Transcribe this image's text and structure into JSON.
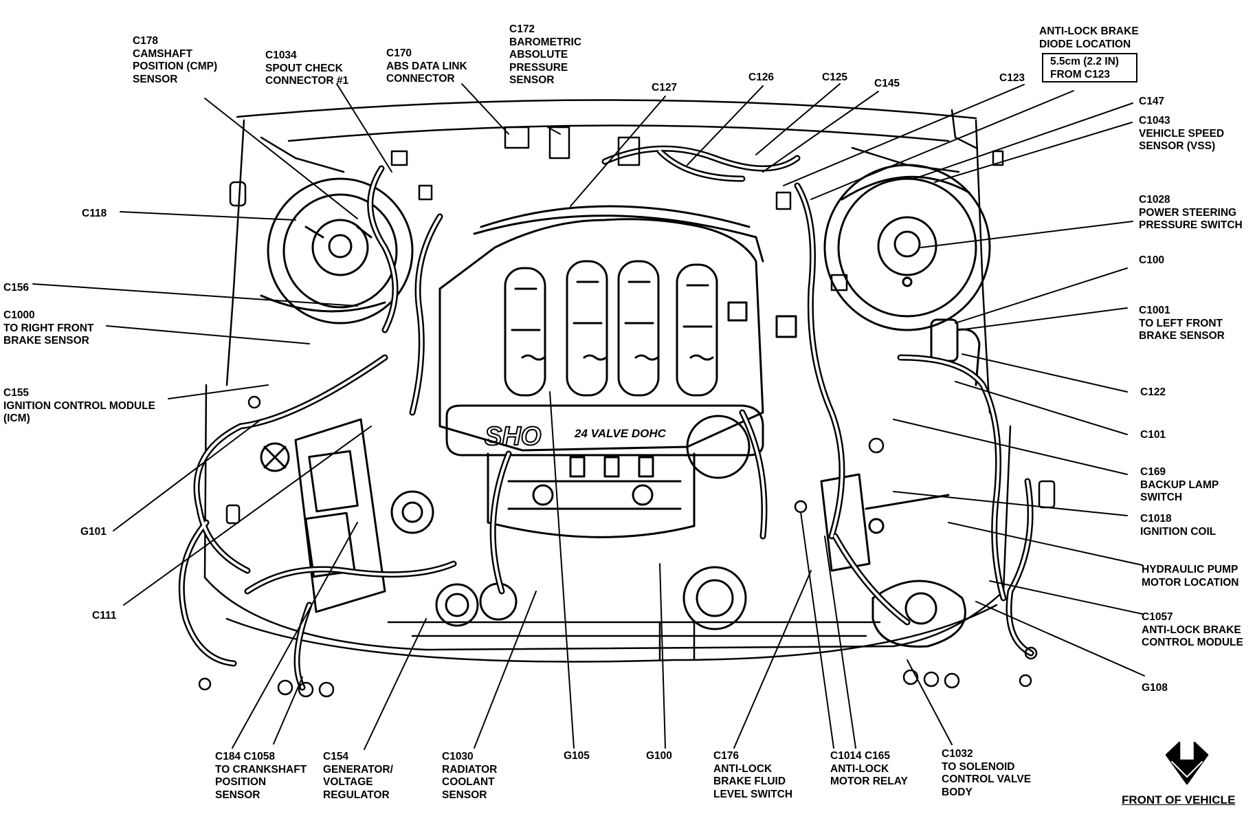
{
  "header": {
    "diode_title": [
      "ANTI-LOCK BRAKE",
      "DIODE LOCATION"
    ],
    "diode_box": [
      "5.5cm (2.2 IN)",
      "FROM C123"
    ]
  },
  "engine": {
    "cover_text": "SHO",
    "cover_subtext": "24 VALVE DOHC"
  },
  "labels": {
    "c178": [
      "C178",
      "CAMSHAFT",
      "POSITION (CMP)",
      "SENSOR"
    ],
    "c1034": [
      "C1034",
      "SPOUT CHECK",
      "CONNECTOR #1"
    ],
    "c170": [
      "C170",
      "ABS DATA LINK",
      "CONNECTOR"
    ],
    "c172": [
      "C172",
      "BAROMETRIC",
      "ABSOLUTE",
      "PRESSURE",
      "SENSOR"
    ],
    "c127": [
      "C127"
    ],
    "c126": [
      "C126"
    ],
    "c125": [
      "C125"
    ],
    "c145": [
      "C145"
    ],
    "c123": [
      "C123"
    ],
    "c147": [
      "C147"
    ],
    "c1043": [
      "C1043",
      "VEHICLE SPEED",
      "SENSOR (VSS)"
    ],
    "c1028": [
      "C1028",
      "POWER  STEERING",
      "PRESSURE SWITCH"
    ],
    "c100": [
      "C100"
    ],
    "c1001": [
      "C1001",
      "TO LEFT FRONT",
      "BRAKE SENSOR"
    ],
    "c122": [
      "C122"
    ],
    "c101": [
      "C101"
    ],
    "c169": [
      "C169",
      "BACKUP LAMP",
      "SWITCH"
    ],
    "c1018": [
      "C1018",
      "IGNITION COIL"
    ],
    "hydraulic": [
      "HYDRAULIC PUMP",
      "MOTOR LOCATION"
    ],
    "c1057": [
      "C1057",
      "ANTI-LOCK BRAKE",
      "CONTROL MODULE"
    ],
    "g108": [
      "G108"
    ],
    "c118": [
      "C118"
    ],
    "c156": [
      "C156"
    ],
    "c1000": [
      "C1000",
      "TO RIGHT FRONT",
      "BRAKE SENSOR"
    ],
    "c155": [
      "C155",
      "IGNITION CONTROL MODULE",
      "(ICM)"
    ],
    "g101": [
      "G101"
    ],
    "c111": [
      "C111"
    ],
    "c184": [
      "C184 C1058",
      "TO CRANKSHAFT",
      "POSITION",
      "SENSOR"
    ],
    "c154": [
      "C154",
      "GENERATOR/",
      "VOLTAGE",
      "REGULATOR"
    ],
    "c1030": [
      "C1030",
      "RADIATOR",
      "COOLANT",
      "SENSOR"
    ],
    "g105": [
      "G105"
    ],
    "g100": [
      "G100"
    ],
    "c176": [
      "C176",
      "ANTI-LOCK",
      "BRAKE FLUID",
      "LEVEL SWITCH"
    ],
    "c1014": [
      "C1014 C165",
      "ANTI-LOCK",
      "MOTOR RELAY"
    ],
    "c1032": [
      "C1032",
      "TO SOLENOID",
      "CONTROL VALVE",
      "BODY"
    ]
  },
  "footer": {
    "front_of_vehicle": "FRONT OF VEHICLE"
  }
}
